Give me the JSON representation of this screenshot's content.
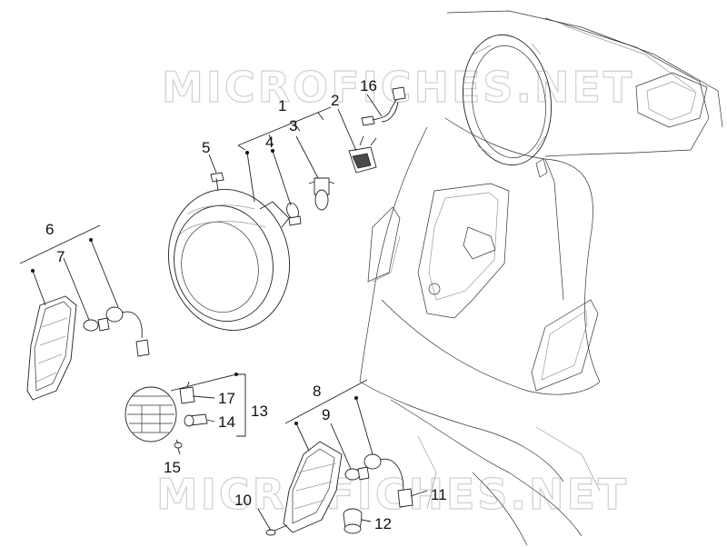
{
  "watermark": {
    "top": "MICROFICHES.NET",
    "bottom": "MICROFICHES.NET"
  },
  "part_numbers": {
    "n1": "1",
    "n2": "2",
    "n3": "3",
    "n4": "4",
    "n5": "5",
    "n6": "6",
    "n7": "7",
    "n8": "8",
    "n9": "9",
    "n10": "10",
    "n11": "11",
    "n12": "12",
    "n13": "13",
    "n14": "14",
    "n15": "15",
    "n16": "16",
    "n17": "17"
  },
  "colors": {
    "line": "#222222",
    "watermark": "#d0d0d0",
    "fill_grey": "#8a8a8a"
  }
}
